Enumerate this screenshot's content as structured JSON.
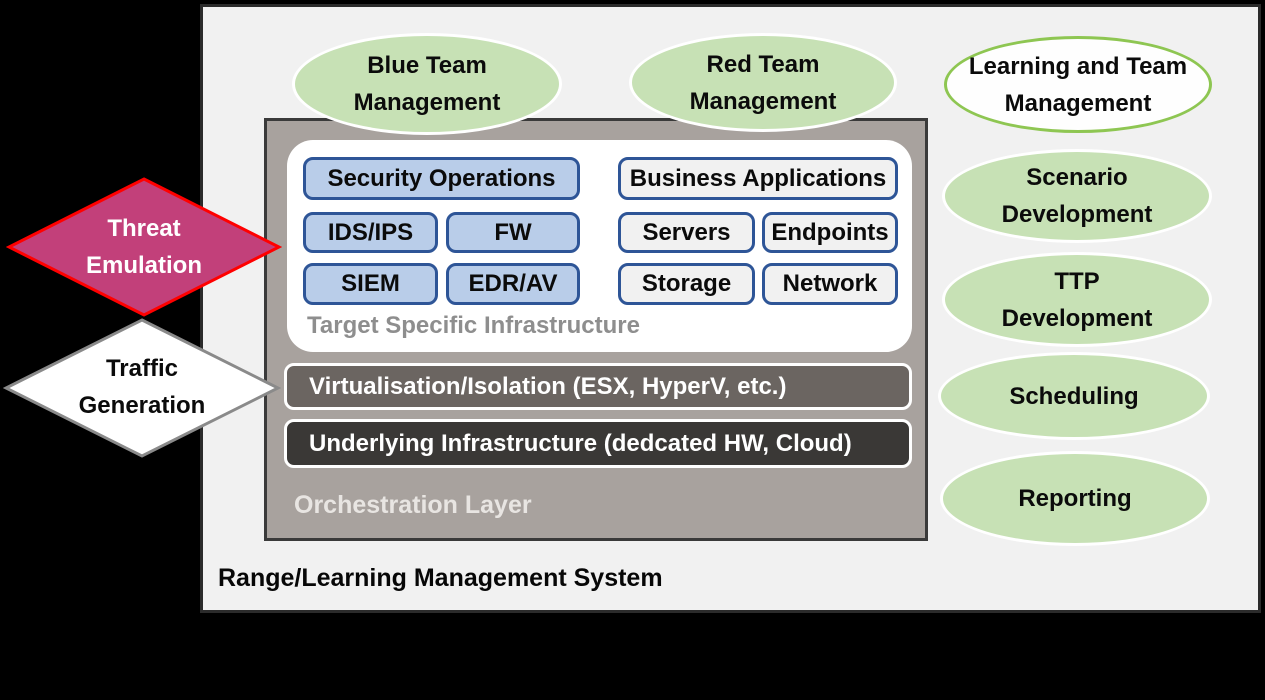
{
  "system": {
    "title": "Range/Learning Management System",
    "orchestration_label": "Orchestration Layer",
    "target_infrastructure_label": "Target Specific Infrastructure"
  },
  "management_bubbles": {
    "blue_team": "Blue Team\nManagement",
    "red_team": "Red Team\nManagement",
    "learning": "Learning and Team\nManagement"
  },
  "process_bubbles": {
    "scenario": "Scenario\nDevelopment",
    "ttp": "TTP\nDevelopment",
    "scheduling": "Scheduling",
    "reporting": "Reporting"
  },
  "diamonds": {
    "threat_emulation": "Threat\nEmulation",
    "traffic_generation": "Traffic\nGeneration"
  },
  "security_stack": {
    "security_operations": "Security Operations",
    "ids_ips": "IDS/IPS",
    "fw": "FW",
    "siem": "SIEM",
    "edr_av": "EDR/AV"
  },
  "business_stack": {
    "business_applications": "Business Applications",
    "servers": "Servers",
    "endpoints": "Endpoints",
    "storage": "Storage",
    "network": "Network"
  },
  "layers": {
    "virtualisation": "Virtualisation/Isolation (ESX, HyperV, etc.)",
    "underlying": "Underlying Infrastructure (dedcated HW, Cloud)"
  },
  "colors": {
    "background": "#000000",
    "panel_light_gray": "#f1f1f1",
    "orchestration_gray": "#a8a29e",
    "virtualisation_bar": "#6b6561",
    "underlying_bar": "#3a3836",
    "green_bubble_fill": "#c7e1b5",
    "green_bubble_border": "#8ec652",
    "blue_box_fill": "#b9cde9",
    "blue_box_border": "#2e5597",
    "threat_diamond_fill": "#c2407a",
    "threat_diamond_border": "#ff0000",
    "traffic_diamond_border": "#8a8a8a"
  }
}
